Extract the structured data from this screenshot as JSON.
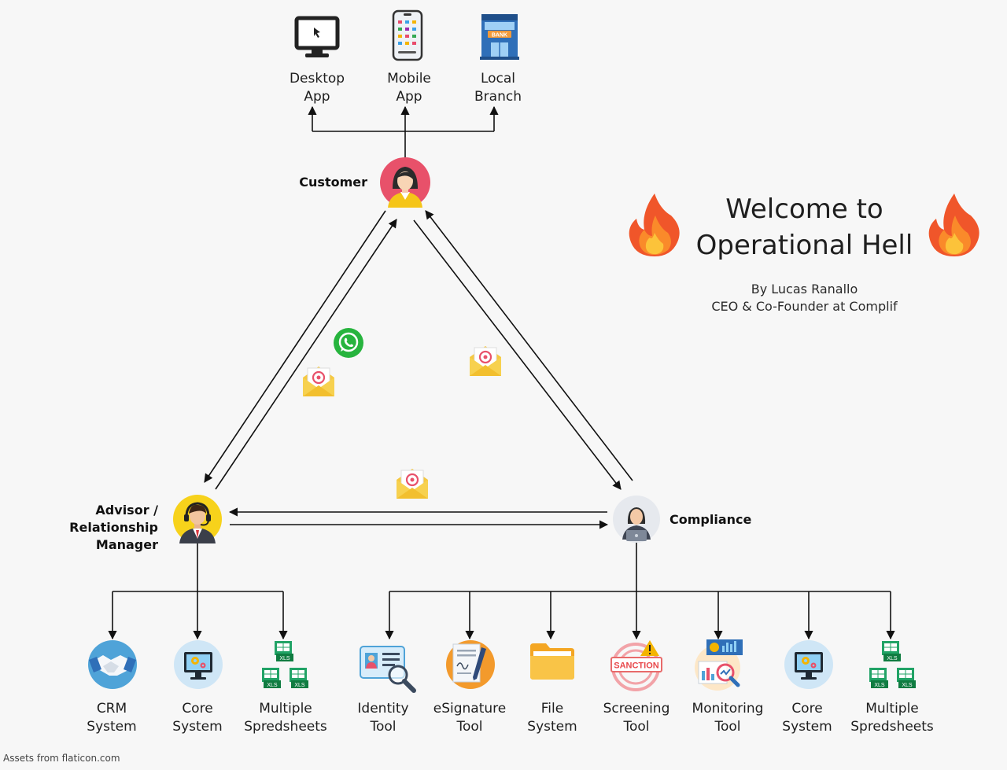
{
  "title": {
    "line1": "Welcome to",
    "line2": "Operational Hell"
  },
  "byline": {
    "line1": "By Lucas Ranallo",
    "line2": "CEO & Co-Founder at Complif"
  },
  "footer": "Assets from flaticon.com",
  "nodes": {
    "customer": "Customer",
    "advisor_line1": "Advisor /",
    "advisor_line2": "Relationship Manager",
    "compliance": "Compliance"
  },
  "channels": [
    {
      "label": "Desktop\nApp",
      "icon": "desktop-computer-icon"
    },
    {
      "label": "Mobile\nApp",
      "icon": "mobile-phone-icon"
    },
    {
      "label": "Local\nBranch",
      "icon": "bank-branch-icon"
    }
  ],
  "advisor_tools": [
    {
      "label": "CRM\nSystem",
      "icon": "handshake-icon"
    },
    {
      "label": "Core\nSystem",
      "icon": "monitor-gear-icon"
    },
    {
      "label": "Multiple\nSpredsheets",
      "icon": "xls-files-icon"
    }
  ],
  "compliance_tools": [
    {
      "label": "Identity\nTool",
      "icon": "id-card-search-icon"
    },
    {
      "label": "eSignature\nTool",
      "icon": "document-pen-icon"
    },
    {
      "label": "File\nSystem",
      "icon": "folder-icon"
    },
    {
      "label": "Screening\nTool",
      "icon": "sanction-stamp-icon"
    },
    {
      "label": "Monitoring\nTool",
      "icon": "dashboard-magnifier-icon"
    },
    {
      "label": "Core\nSystem",
      "icon": "monitor-gear-icon"
    },
    {
      "label": "Multiple\nSpredsheets",
      "icon": "xls-files-icon"
    }
  ],
  "sanction_badge": "SANCTION",
  "bank_badge": "BANK",
  "xls_badge": "XLS",
  "colors": {
    "line": "#111111",
    "customer_bg": "#e8516a",
    "advisor_bg": "#f7d21b",
    "compliance_bg": "#e6e9ee",
    "whatsapp": "#27b43e",
    "envelope": "#f5c842",
    "fire_outer": "#f0562a",
    "fire_inner": "#fcc33a"
  }
}
